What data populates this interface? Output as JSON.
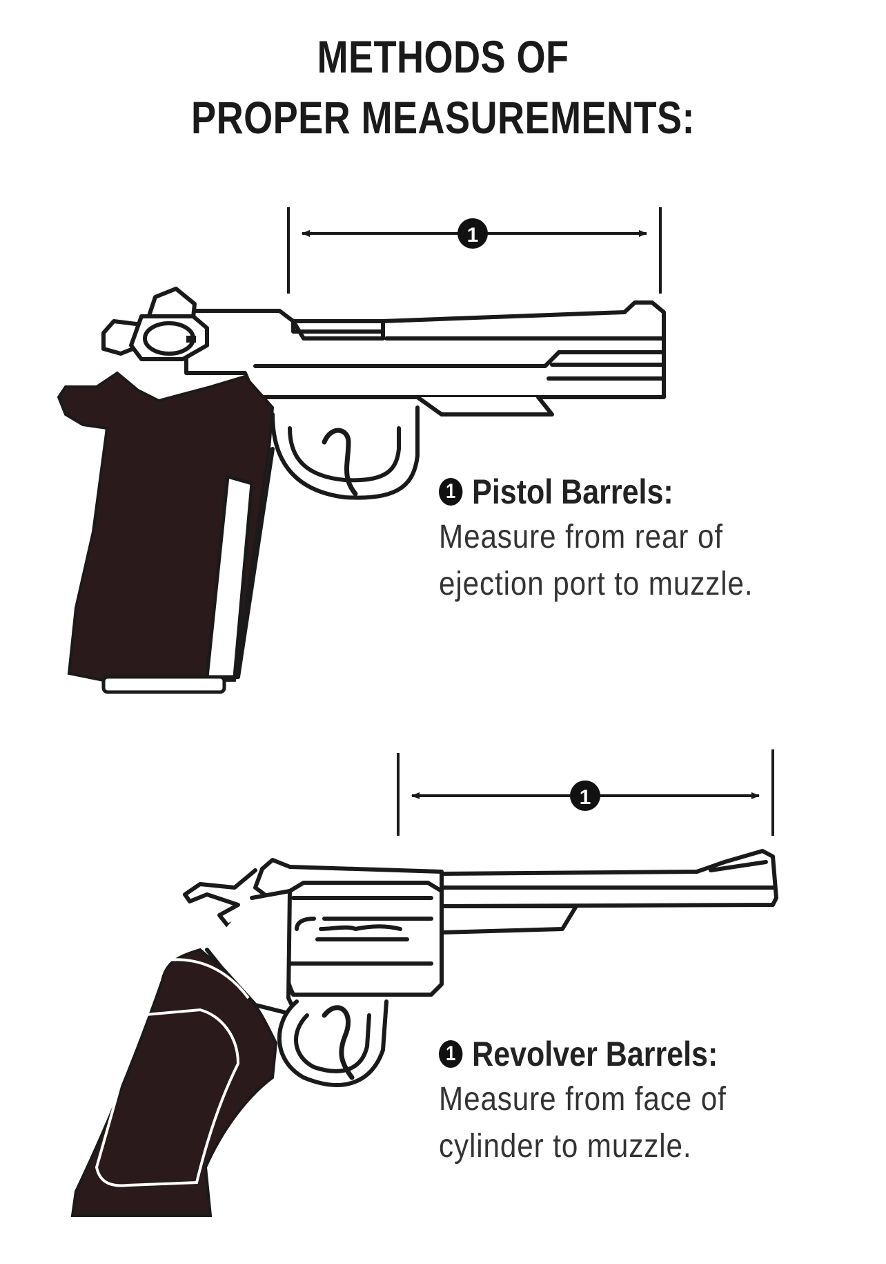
{
  "title": {
    "line1": "METHODS OF",
    "line2": "PROPER MEASUREMENTS:"
  },
  "pistol": {
    "marker": "1",
    "heading": "Pistol Barrels:",
    "desc_line1": "Measure from rear of",
    "desc_line2": "ejection port to muzzle."
  },
  "revolver": {
    "marker": "1",
    "heading": "Revolver Barrels:",
    "desc_line1": "Measure from face of",
    "desc_line2": "cylinder to muzzle."
  },
  "colors": {
    "ink": "#1a1a1a",
    "grip": "#2a1a1c",
    "background": "#ffffff"
  }
}
